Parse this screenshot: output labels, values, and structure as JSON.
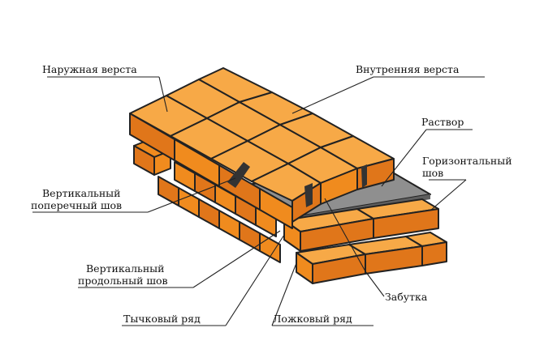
{
  "colors": {
    "brick_top": "#f7a947",
    "brick_side": "#f08b1e",
    "brick_end": "#e0761a",
    "mortar": "#8f8f8f",
    "mortar_dark": "#5e5e5e",
    "outline": "#222222"
  },
  "labels": {
    "outer_wythe": "Наружная верста",
    "inner_wythe": "Внутренняя верста",
    "mortar": "Раствор",
    "horizontal_joint_1": "Горизонтальный",
    "horizontal_joint_2": "шов",
    "vertical_cross_joint_1": "Вертикальный",
    "vertical_cross_joint_2": "поперечный шов",
    "vertical_long_joint_1": "Вертикальный",
    "vertical_long_joint_2": "продольный шов",
    "rubble_fill": "Забутка",
    "header_course": "Тычковый ряд",
    "stretcher_course": "Ложковый ряд"
  }
}
